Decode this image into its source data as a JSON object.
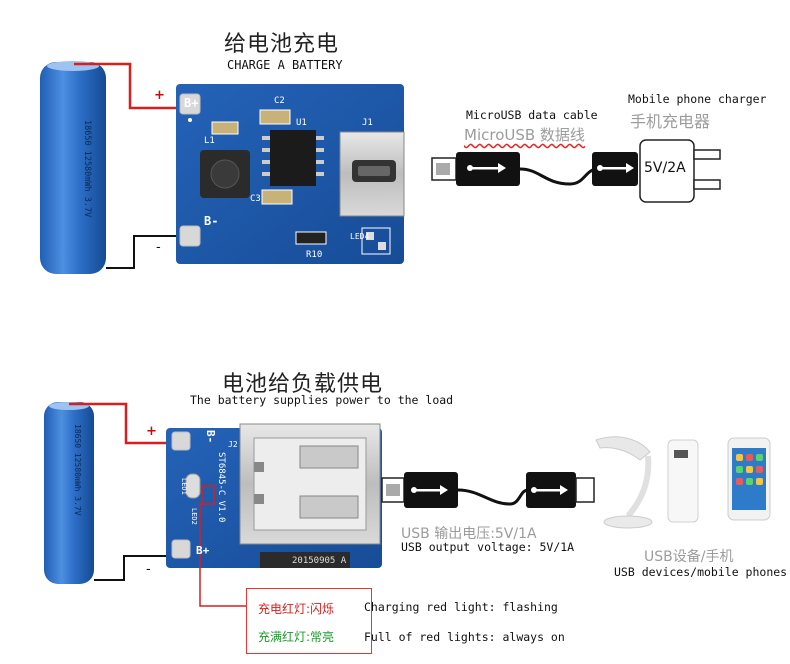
{
  "top": {
    "title_cn": "给电池充电",
    "title_en": "CHARGE A BATTERY",
    "plus": "+",
    "minus": "-",
    "battery_text": "18650 12580mWh 3.7V",
    "cable_label_en": "MicroUSB data cable",
    "cable_label_cn": "MicroUSB 数据线",
    "charger_label_en": "Mobile phone charger",
    "charger_label_cn": "手机充电器",
    "charger_rating": "5V/2A",
    "board_labels": {
      "bplus": "B+",
      "bminus": "B-",
      "c2": "C2",
      "u1": "U1",
      "j1": "J1",
      "r10": "R10",
      "led4": "LED4",
      "c3": "C3",
      "l1": "L1"
    }
  },
  "bottom": {
    "title_cn": "电池给负载供电",
    "title_en": "The battery supplies power to the load",
    "plus": "+",
    "minus": "-",
    "battery_text": "18650 12580mWh 3.7V",
    "usb_output_cn": "USB 输出电压:5V/1A",
    "usb_output_en": "USB output voltage: 5V/1A",
    "devices_cn": "USB设备/手机",
    "devices_en": "USB devices/mobile phones",
    "board_labels": {
      "bplus": "B+",
      "bminus": "B-",
      "model": "ST6845-C V1.0",
      "date": "20150905 A",
      "j2": "J2",
      "led1": "LED1",
      "led2": "LED2"
    },
    "charging_cn": "充电红灯:闪烁",
    "charging_en": "Charging red light: flashing",
    "full_cn": "充满红灯:常亮",
    "full_en": "Full of red lights: always on"
  },
  "colors": {
    "red": "#d71f1f",
    "green": "#1a9c2a",
    "board_blue": "#1f5aa8",
    "battery_blue": "#2d6fc8"
  }
}
